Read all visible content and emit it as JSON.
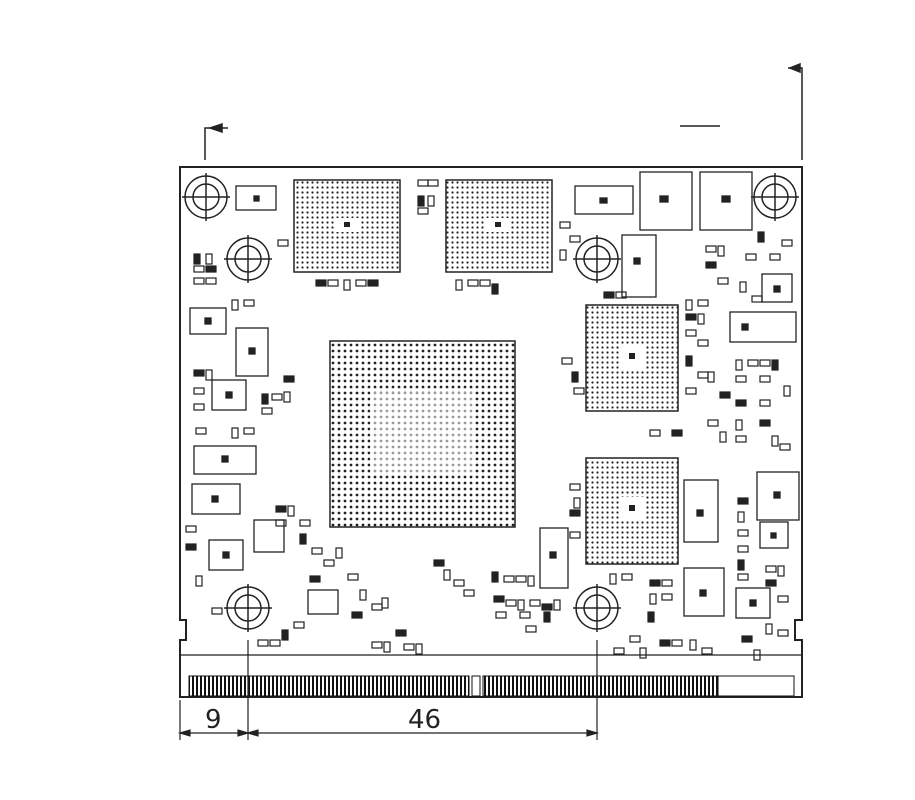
{
  "drawing": {
    "description_visible": false,
    "colors": {
      "ink": "#1a1a1a",
      "background": "#ffffff"
    },
    "dimensions": [
      {
        "id": "left-offset",
        "label": "9"
      },
      {
        "id": "hole-spacing",
        "label": "46"
      }
    ],
    "components": {
      "mounting_holes": 6,
      "bga_packages": 5,
      "edge_connector_segments": 2
    }
  }
}
